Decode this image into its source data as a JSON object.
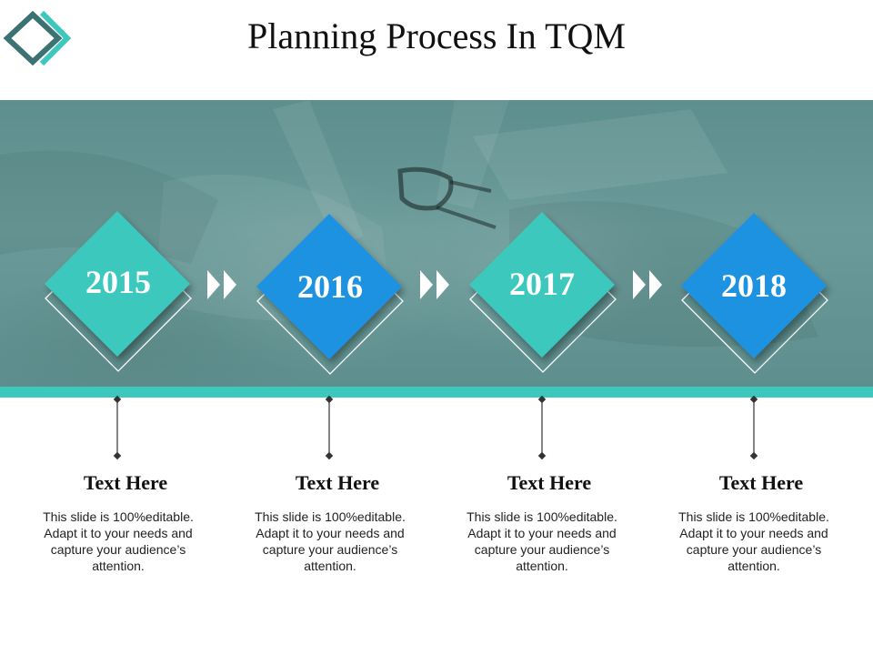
{
  "slide": {
    "title": "Planning Process In TQM"
  },
  "colors": {
    "teal": "#3cc8bd",
    "blue": "#1f92e0",
    "band": "#5f9190"
  },
  "milestones": [
    {
      "year": "2015",
      "color": "#3cc8bd",
      "heading": "Text Here",
      "text": "This slide is 100%editable. Adapt it to your needs and capture your audience’s attention."
    },
    {
      "year": "2016",
      "color": "#1f92e0",
      "heading": "Text Here",
      "text": "This slide is 100%editable. Adapt it to your needs and capture your audience’s attention."
    },
    {
      "year": "2017",
      "color": "#3cc8bd",
      "heading": "Text Here",
      "text": "This slide is 100%editable. Adapt it to your needs and capture your audience’s attention."
    },
    {
      "year": "2018",
      "color": "#1f92e0",
      "heading": "Text Here",
      "text": "This slide is 100%editable. Adapt it to your needs and capture your audience’s attention."
    }
  ]
}
